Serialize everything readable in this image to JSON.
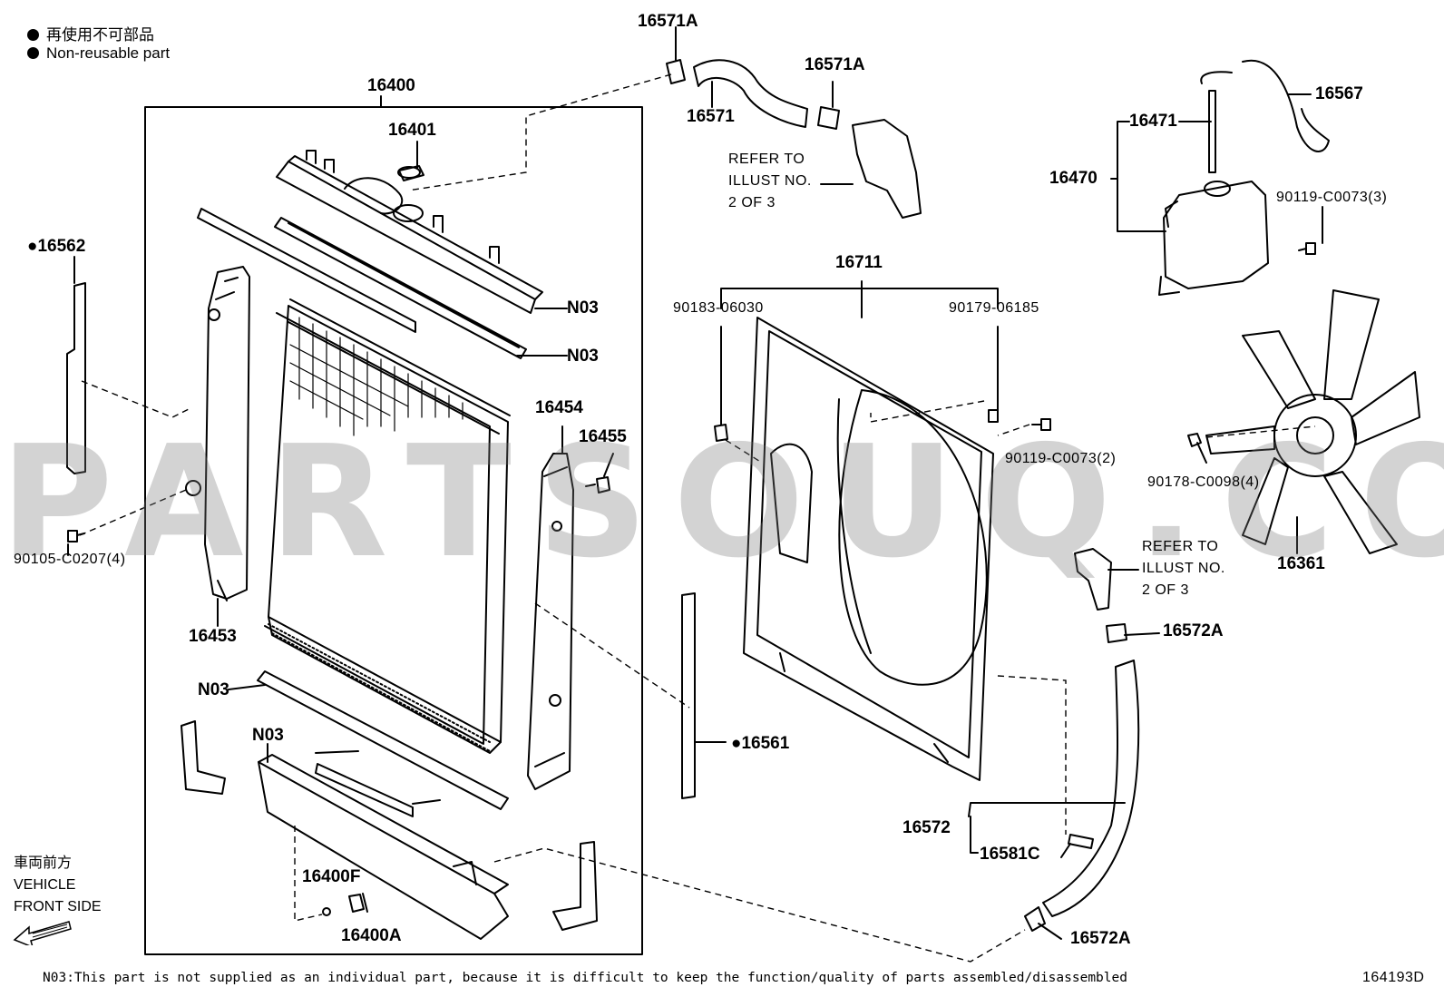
{
  "legend": {
    "non_reusable_jp": "再使用不可部品",
    "non_reusable_en": "Non-reusable part"
  },
  "callouts": {
    "p16400": "16400",
    "p16401": "16401",
    "p16562": "●16562",
    "p90105": "90105-C0207(4)",
    "p16453": "16453",
    "p16454": "16454",
    "p16455": "16455",
    "n03_top1": "N03",
    "n03_top2": "N03",
    "n03_bot1": "N03",
    "n03_bot2": "N03",
    "p16400F": "16400F",
    "p16400A": "16400A",
    "p16571A_1": "16571A",
    "p16571A_2": "16571A",
    "p16571": "16571",
    "refer1_l1": "REFER TO",
    "refer1_l2": "ILLUST NO.",
    "refer1_l3": "2 OF 3",
    "p16711": "16711",
    "p90183": "90183-06030",
    "p90179": "90179-06185",
    "p90119_2": "90119-C0073(2)",
    "p16561": "●16561",
    "p16567": "16567",
    "p16471": "16471",
    "p16470": "16470",
    "p90119_3": "90119-C0073(3)",
    "p90178": "90178-C0098(4)",
    "p16361": "16361",
    "refer2_l1": "REFER TO",
    "refer2_l2": "ILLUST NO.",
    "refer2_l3": "2 OF 3",
    "p16572A_1": "16572A",
    "p16572": "16572",
    "p16581C": "16581C",
    "p16572A_2": "16572A"
  },
  "front_side": {
    "jp": "車両前方",
    "en1": "VEHICLE",
    "en2": "FRONT SIDE"
  },
  "footnote": "N03:This part is not supplied as an individual part, because it is difficult to keep the function/quality of parts assembled/disassembled",
  "diagram_id": "164193D",
  "watermark": "PARTSOUQ.COM"
}
